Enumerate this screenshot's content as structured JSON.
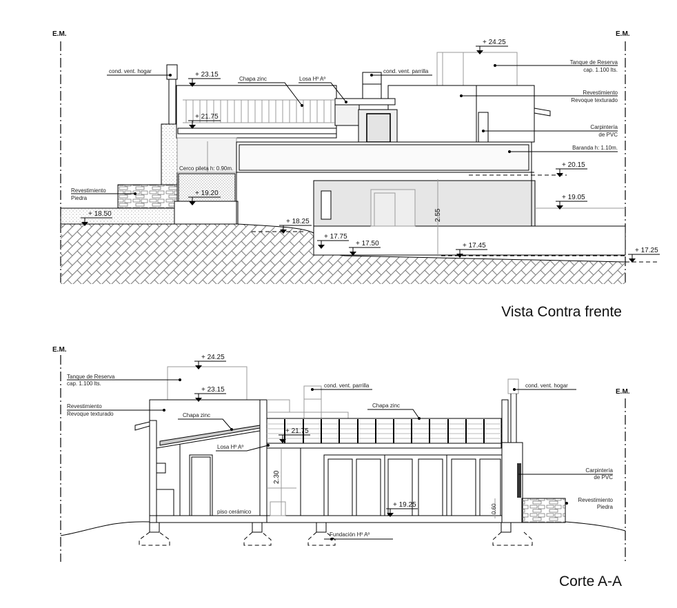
{
  "elevation": {
    "title": "Vista Contra frente",
    "axis_left": "E.M.",
    "axis_right": "E.M.",
    "labels": {
      "vent_hogar": "cond. vent. hogar",
      "chapa_zinc": "Chapa zinc",
      "losa": "Losa Hº Aº",
      "vent_parrilla": "cond. vent. parrilla",
      "tanque_1": "Tanque de Reserva",
      "tanque_2": "cap. 1.100 lts.",
      "revoque_1": "Revestimiento",
      "revoque_2": "Revoque texturado",
      "carpinteria_1": "Carpintería",
      "carpinteria_2": "de PVC",
      "baranda": "Baranda h: 1.10m.",
      "cerco": "Cerco pileta h: 0.90m.",
      "piedra_1": "Revestimiento",
      "piedra_2": "Piedra"
    },
    "levels": {
      "l2425": "+ 24.25",
      "l2315": "+ 23.15",
      "l2175": "+ 21.75",
      "l2015": "+ 20.15",
      "l1920": "+ 19.20",
      "l1905": "+ 19.05",
      "l1850": "+ 18.50",
      "l1825": "+ 18.25",
      "l1775": "+ 17.75",
      "l1750": "+ 17.50",
      "l1745": "+ 17.45",
      "l1725": "+ 17.25"
    },
    "dimension": "2.55"
  },
  "section": {
    "title": "Corte A-A",
    "axis_left": "E.M.",
    "axis_right": "E.M.",
    "labels": {
      "tanque_1": "Tanque de Reserva",
      "tanque_2": "cap. 1.100 lts.",
      "revoque_1": "Revestimiento",
      "revoque_2": "Revoque texturado",
      "chapa_zinc_left": "Chapa zinc",
      "chapa_zinc_right": "Chapa zinc",
      "losa": "Losa Hº Aº",
      "vent_parrilla": "cond. vent. parrilla",
      "vent_hogar": "cond. vent. hogar",
      "carpinteria_1": "Carpintería",
      "carpinteria_2": "de PVC",
      "piedra_1": "Revestimiento",
      "piedra_2": "Piedra",
      "piso": "piso cerámico",
      "fundacion": "Fundación Hº Aº"
    },
    "levels": {
      "l2425": "+ 24.25",
      "l2315": "+ 23.15",
      "l2175": "+ 21.75",
      "l1925": "+ 19.25"
    },
    "dimension_height": "2.30",
    "dimension_sill": "0.60"
  }
}
